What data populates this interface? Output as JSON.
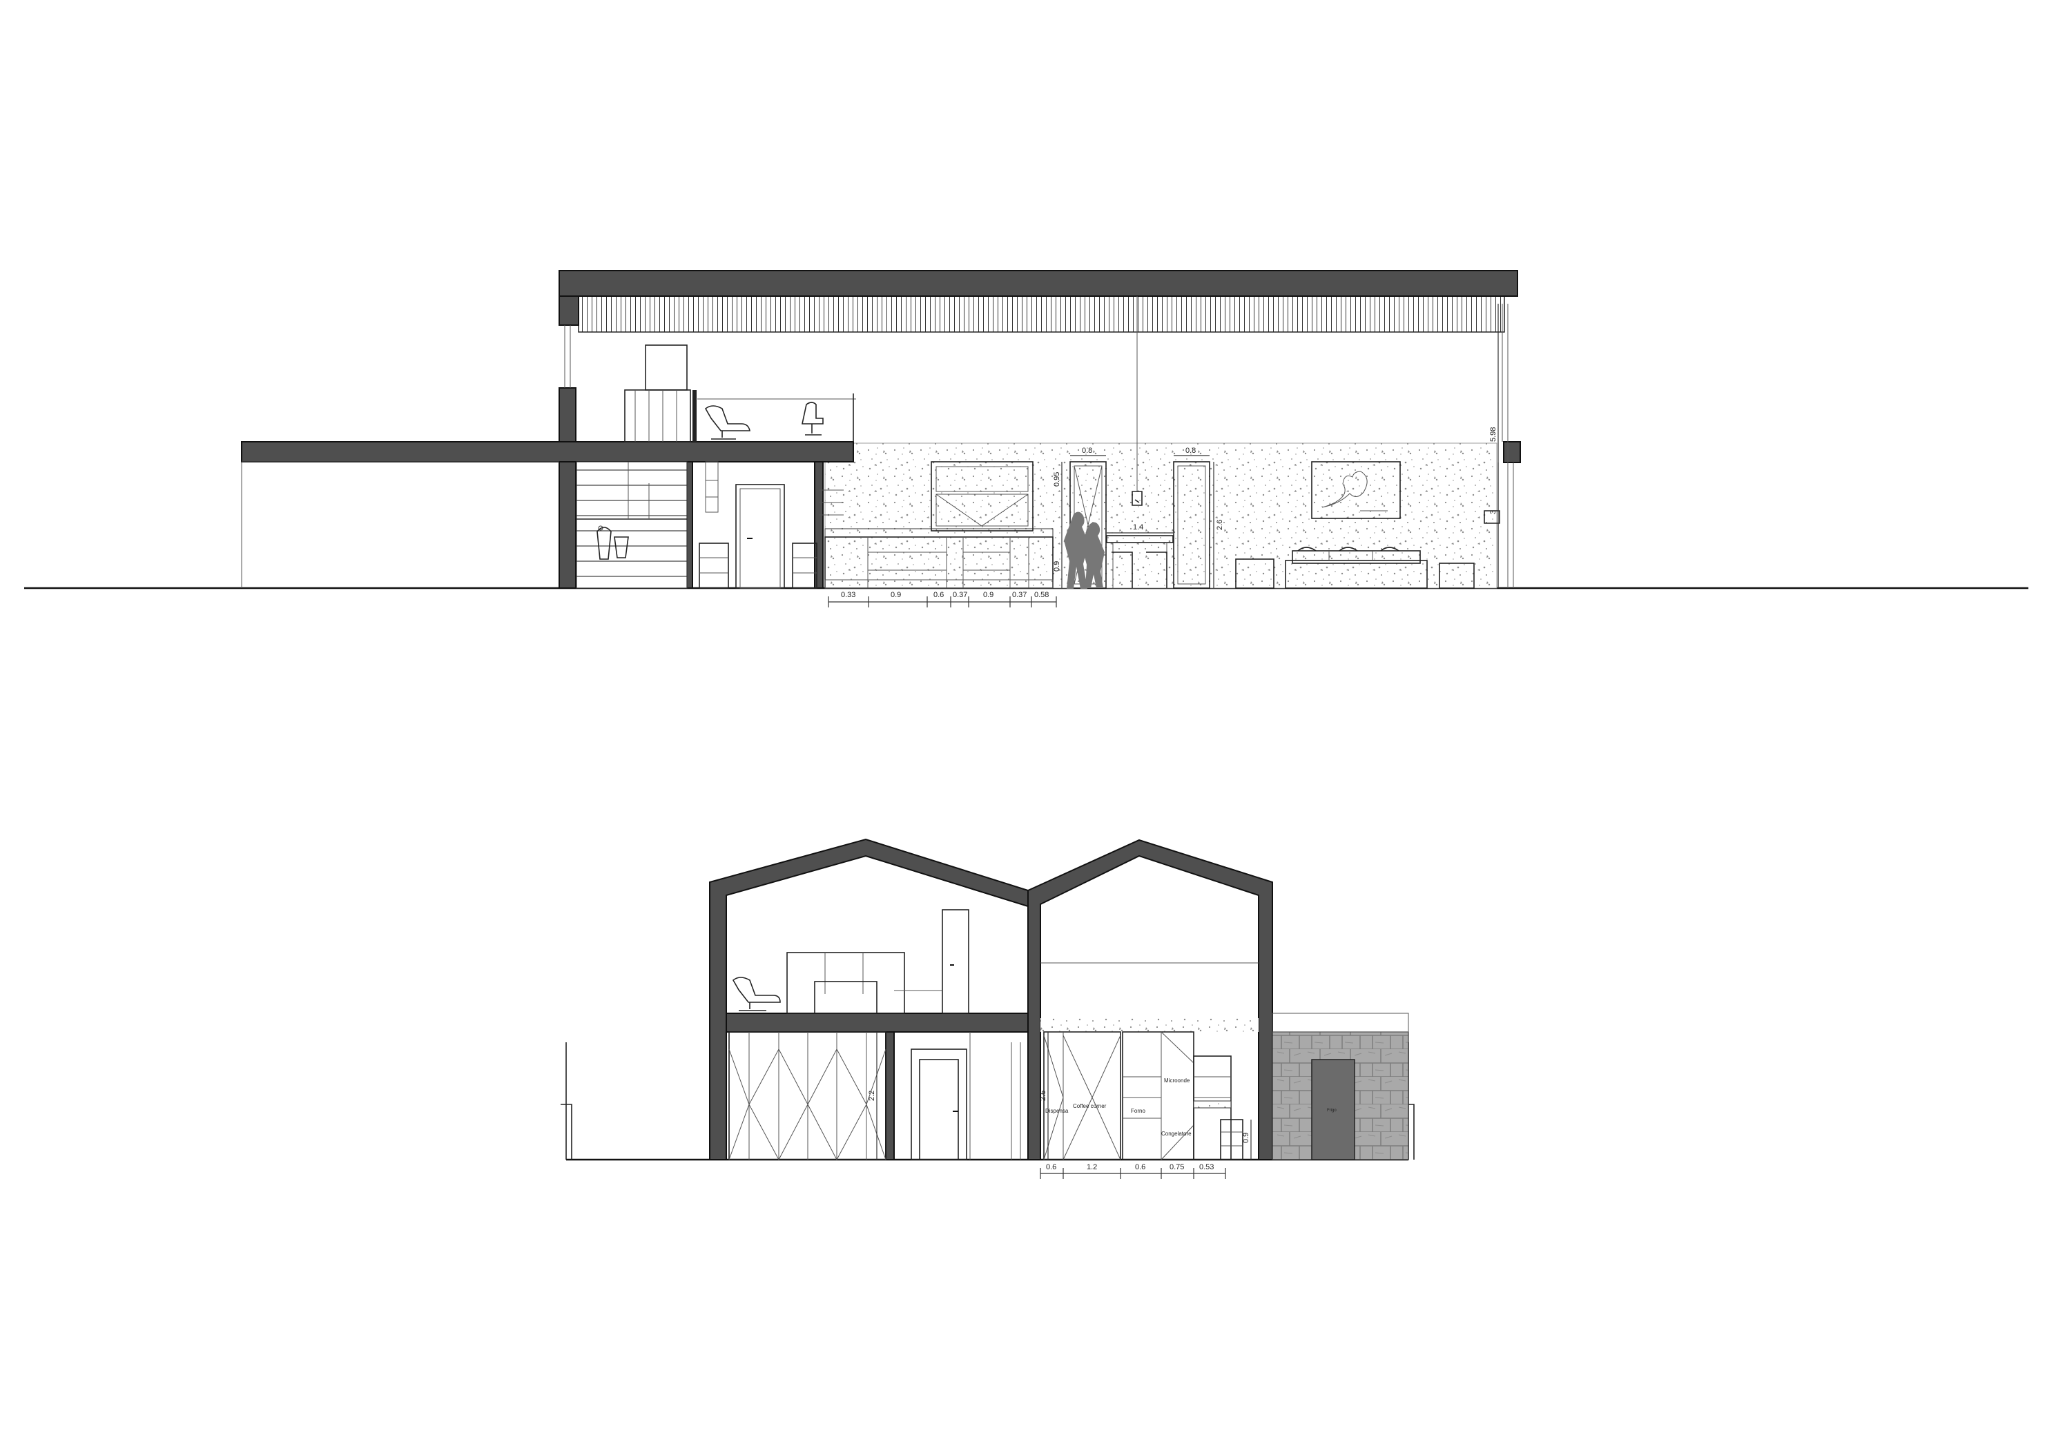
{
  "sections": [
    {
      "id": "longitudinal",
      "horizontal_dims": [
        "0.33",
        "0.9",
        "0.6",
        "0.37",
        "0.9",
        "0.37",
        "0.58"
      ],
      "window_widths": [
        "0.8",
        "0.8"
      ],
      "vertical_dims": [
        "5.98",
        "3",
        "2.6",
        "0.95",
        "0.9"
      ],
      "counter_width": "1.4"
    },
    {
      "id": "transverse",
      "horizontal_dims": [
        "0.6",
        "1.2",
        "0.6",
        "0.75",
        "0.53"
      ],
      "vertical_dims": [
        "2.2",
        "2.6",
        "0.9"
      ],
      "cabinet_labels": [
        "Dispensa",
        "Coffee corner",
        "Forno",
        "Microonde",
        "Congelatore",
        "Frigo"
      ]
    }
  ],
  "colors": {
    "wall_fill": "#4f4f4f",
    "line": "#222222",
    "stone": "#a9a9a9",
    "door_fill": "#6b6b6b",
    "speckle": "#8a8a8a",
    "figure": "#777777"
  }
}
